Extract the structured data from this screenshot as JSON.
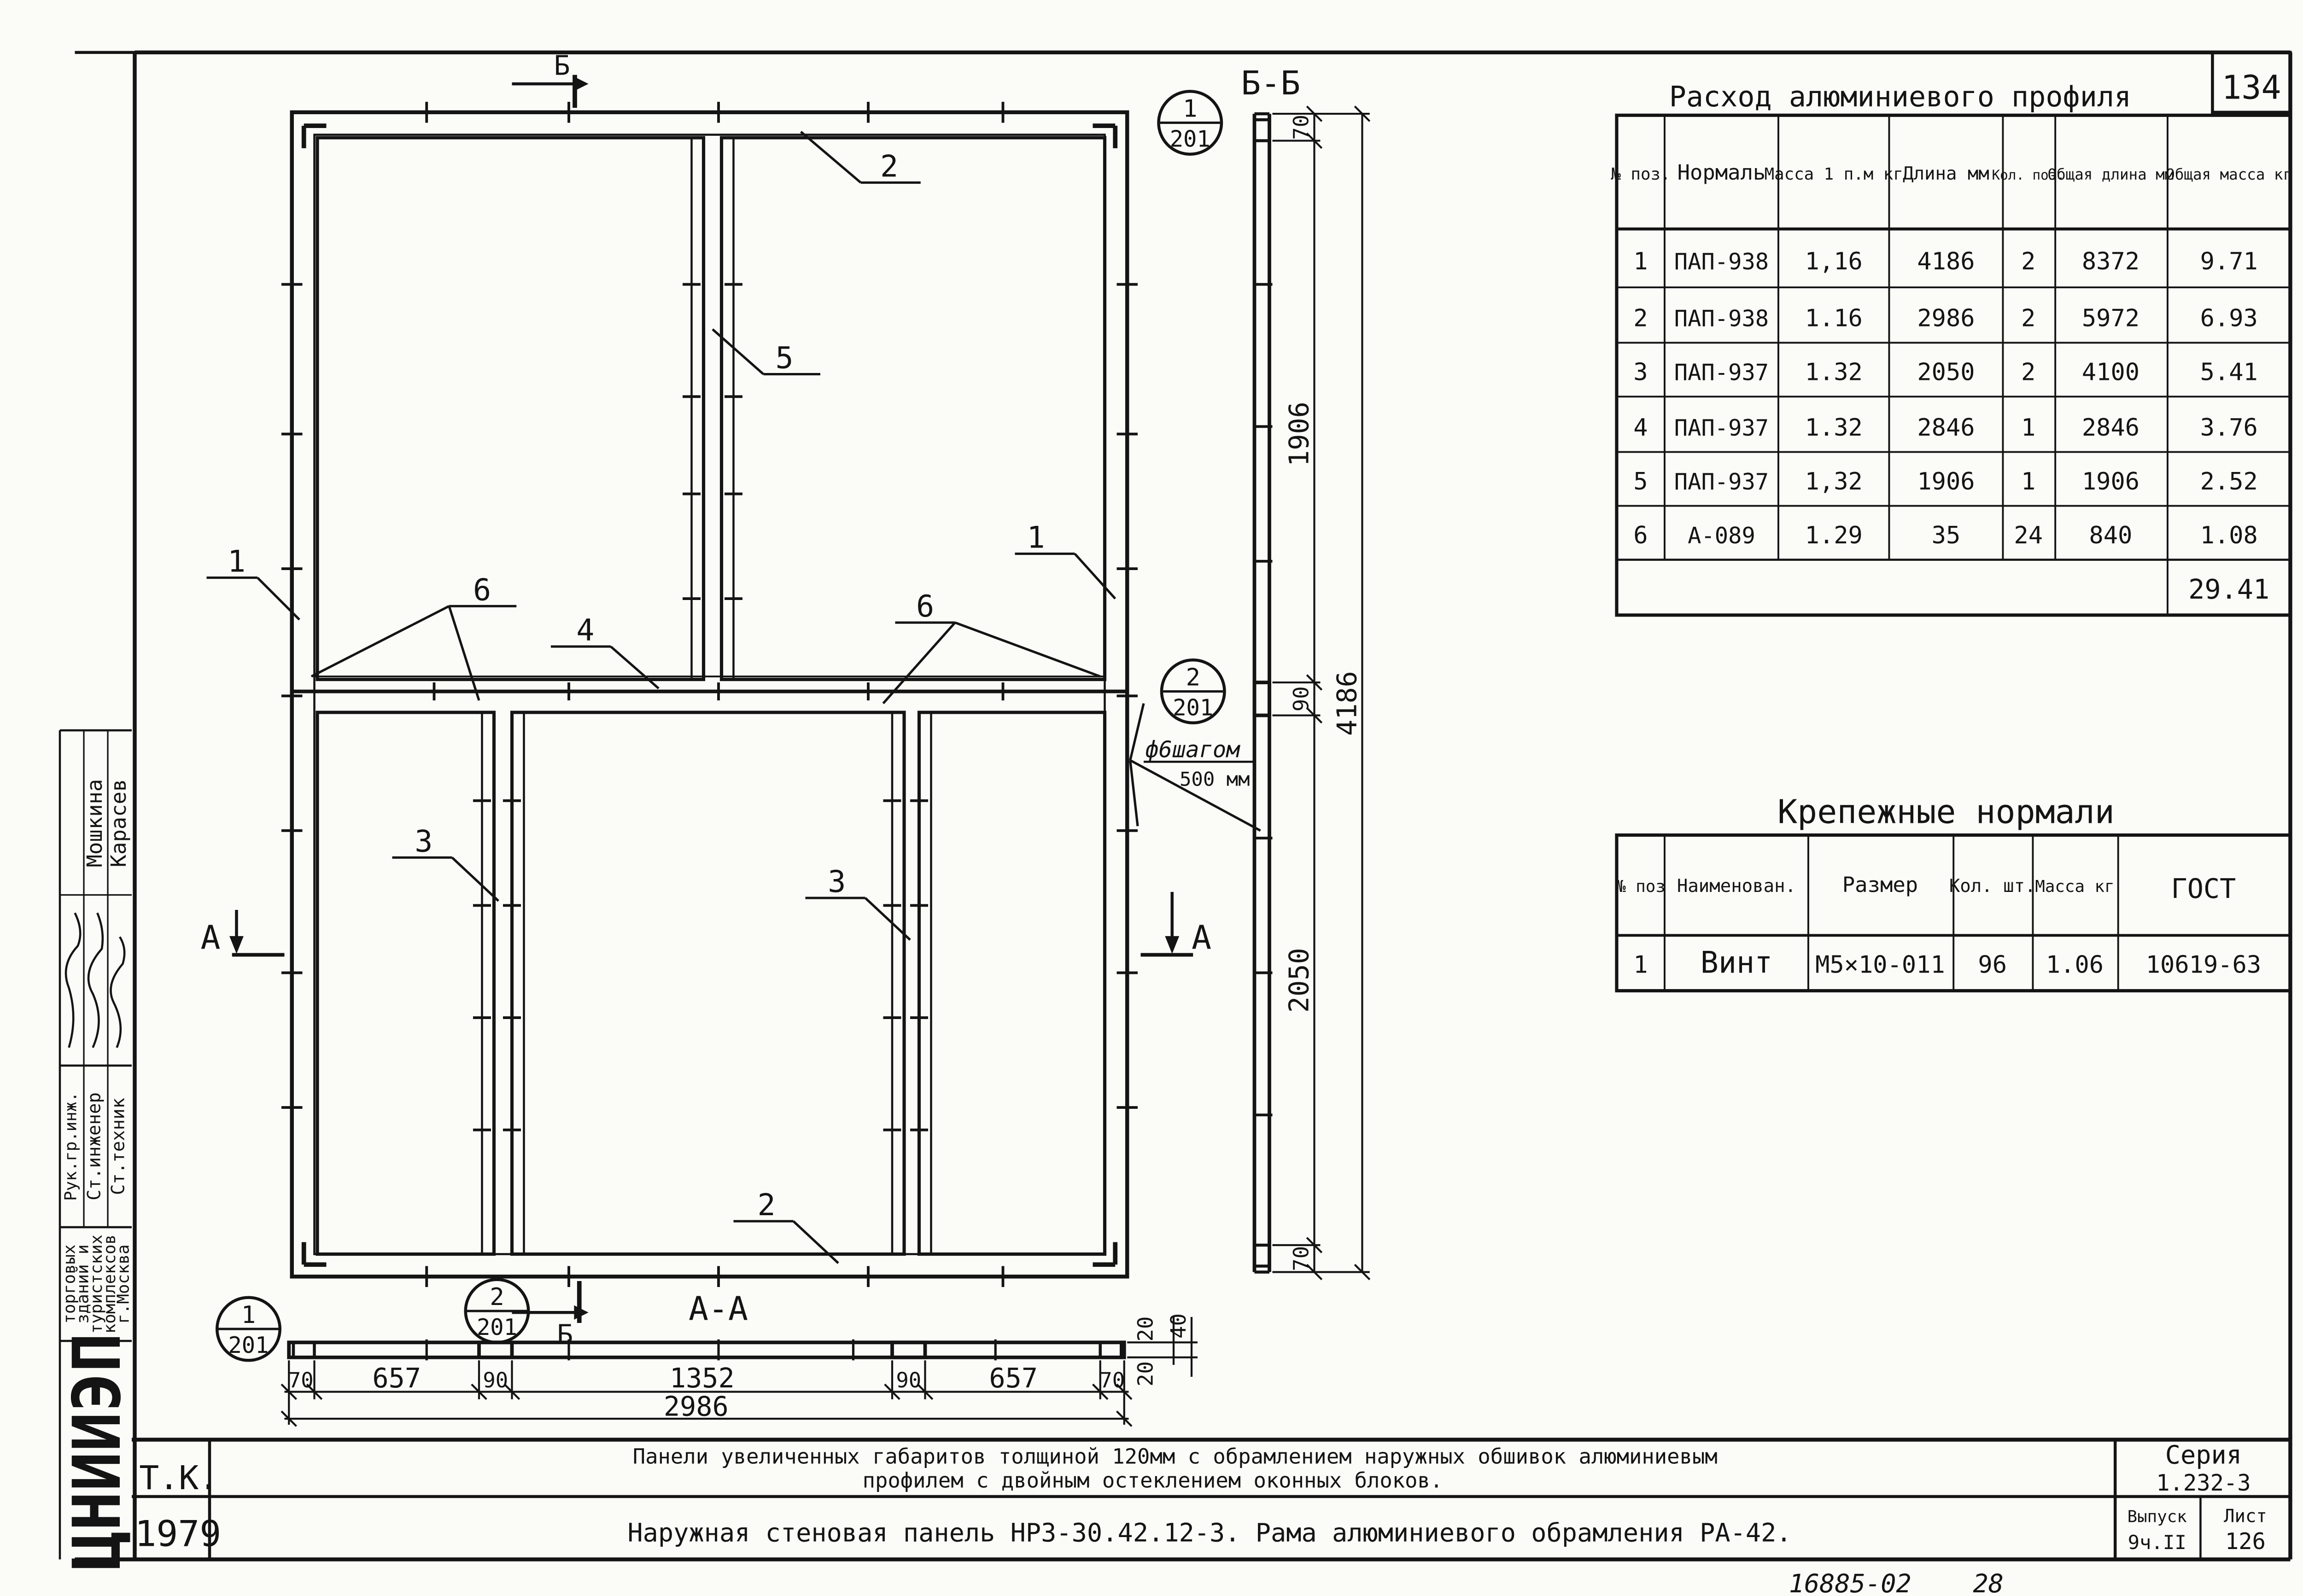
{
  "sheet_number": "134",
  "profile_table": {
    "title": "Расход алюминиевого профиля",
    "headers": [
      "№ поз.",
      "Нормаль",
      "Масса 1 п.м кг",
      "Длина мм",
      "Кол. поз.",
      "Общая длина мм",
      "Общая масса кг"
    ],
    "rows": [
      [
        "1",
        "ПАП-938",
        "1,16",
        "4186",
        "2",
        "8372",
        "9.71"
      ],
      [
        "2",
        "ПАП-938",
        "1.16",
        "2986",
        "2",
        "5972",
        "6.93"
      ],
      [
        "3",
        "ПАП-937",
        "1.32",
        "2050",
        "2",
        "4100",
        "5.41"
      ],
      [
        "4",
        "ПАП-937",
        "1.32",
        "2846",
        "1",
        "2846",
        "3.76"
      ],
      [
        "5",
        "ПАП-937",
        "1,32",
        "1906",
        "1",
        "1906",
        "2.52"
      ],
      [
        "6",
        "А-089",
        "1.29",
        "35",
        "24",
        "840",
        "1.08"
      ]
    ],
    "total": "29.41"
  },
  "fastener_table": {
    "title": "Крепежные нормали",
    "headers": [
      "№ поз",
      "Наименован.",
      "Размер",
      "Кол. шт.",
      "Масса кг",
      "ГОСТ"
    ],
    "rows": [
      [
        "1",
        "Винт",
        "М5×10-011",
        "96",
        "1.06",
        "10619-63"
      ]
    ]
  },
  "section_labels": {
    "bb": "Б-Б",
    "aa": "А-А",
    "arrow_a": "А",
    "arrow_b": "Б",
    "callout_1": "1",
    "callout_2": "2",
    "callout_201": "201"
  },
  "position_labels": [
    "1",
    "2",
    "3",
    "4",
    "5",
    "6"
  ],
  "dimensions": {
    "bb_top": "70",
    "bb_upper": "1906",
    "bb_middle": "90",
    "bb_lower": "2050",
    "bb_bottom": "70",
    "bb_total": "4186",
    "aa_segments": [
      "70",
      "657",
      "90",
      "1352",
      "90",
      "657",
      "70"
    ],
    "aa_total": "2986",
    "aa_thickness_20": "20",
    "aa_thickness_40": "40"
  },
  "step_note": {
    "line1": "ф6шагом",
    "line2": "500 мм"
  },
  "title_block": {
    "tk": "Т.К.",
    "year": "1979",
    "title_line1": "Панели увеличенных габаритов толщиной 120мм с обрамлением наружных обшивок алюминиевым",
    "title_line2": "профилем с двойным остеклением оконных блоков.",
    "drawing_title": "Наружная стеновая панель НРЗ-30.42.12-3. Рама алюминиевого обрамления РА-42.",
    "series_label": "Серия",
    "series_value": "1.232-3",
    "issue_label": "Выпуск",
    "issue_value": "9ч.II",
    "sheet_label": "Лист",
    "sheet_value": "126"
  },
  "organization": {
    "name": "ЦНИИЭП",
    "dept_lines": [
      "торговых",
      "зданий и",
      "туристских",
      "комплексов",
      "г.Москва"
    ],
    "role_1": "Рук.гр.инж.",
    "role_2": "Ст.инженер",
    "role_3": "Ст.техник",
    "name_1": "Мошкина",
    "name_2": "Карасев"
  },
  "footer": {
    "inventory": "16885-02",
    "page": "28"
  }
}
